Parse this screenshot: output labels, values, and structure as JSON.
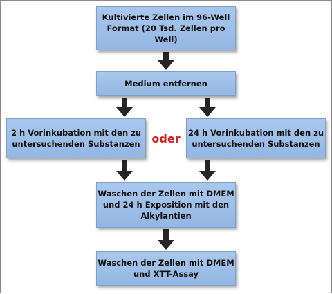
{
  "colors": {
    "box_fill": "#9fc0e8",
    "box_border": "#7f9fc8",
    "arrow": "#262626",
    "oder_text": "#d42020"
  },
  "boxes": {
    "step1": "Kultivierte Zellen im 96-Well Format (20 Tsd. Zellen pro Well)",
    "step2": "Medium entfernen",
    "step3_left": "2 h Vorinkubation mit den zu untersuchenden Substanzen",
    "step3_right": "24 h Vorinkubation mit den zu untersuchenden Substanzen",
    "step4": "Waschen der Zellen mit DMEM und 24 h Exposition mit den Alkylantien",
    "step5": "Waschen der Zellen mit DMEM und XTT-Assay"
  },
  "connector_label": "oder"
}
